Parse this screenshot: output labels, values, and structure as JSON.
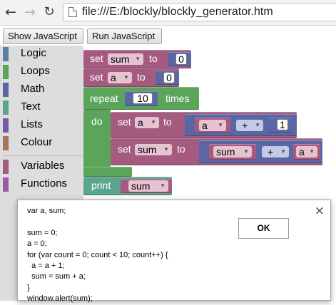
{
  "browser": {
    "url": "file:///E:/blockly/blockly_generator.htm",
    "back_icon": "back-arrow-icon",
    "forward_icon": "forward-arrow-icon",
    "reload_icon": "reload-icon",
    "page_icon": "page-icon"
  },
  "buttons": {
    "show_js": "Show JavaScript",
    "run_js": "Run JavaScript"
  },
  "toolbox": {
    "categories": [
      {
        "label": "Logic",
        "color": "#5b80a5"
      },
      {
        "label": "Loops",
        "color": "#5ba55b"
      },
      {
        "label": "Math",
        "color": "#5b67a5"
      },
      {
        "label": "Text",
        "color": "#5ba58c"
      },
      {
        "label": "Lists",
        "color": "#745ba5"
      },
      {
        "label": "Colour",
        "color": "#a5745b"
      },
      {
        "label": "Variables",
        "color": "#a55b80"
      },
      {
        "label": "Functions",
        "color": "#995ba5"
      }
    ]
  },
  "blocks": {
    "set1": {
      "keyword": "set",
      "var": "sum",
      "to": "to",
      "value": "0"
    },
    "set2": {
      "keyword": "set",
      "var": "a",
      "to": "to",
      "value": "0"
    },
    "repeat": {
      "keyword": "repeat",
      "count": "10",
      "times": "times",
      "do": "do"
    },
    "set3": {
      "keyword": "set",
      "var": "a",
      "to": "to",
      "left": "a",
      "op": "+",
      "right": "1"
    },
    "set4": {
      "keyword": "set",
      "var": "sum",
      "to": "to",
      "left": "sum",
      "op": "+",
      "right": "a"
    },
    "print": {
      "keyword": "print",
      "var": "sum"
    },
    "dropdown_arrow": "▼"
  },
  "dialog": {
    "message": "var a, sum;\n\nsum = 0;\na = 0;\nfor (var count = 0; count < 10; count++) {\n  a = a + 1;\n  sum = sum + a;\n}\nwindow.alert(sum);",
    "ok_label": "OK",
    "close_glyph": "×"
  },
  "colors": {
    "variables": "#a55b80",
    "math": "#5b67a5",
    "loops": "#5ba55b",
    "text": "#5ba58c"
  }
}
